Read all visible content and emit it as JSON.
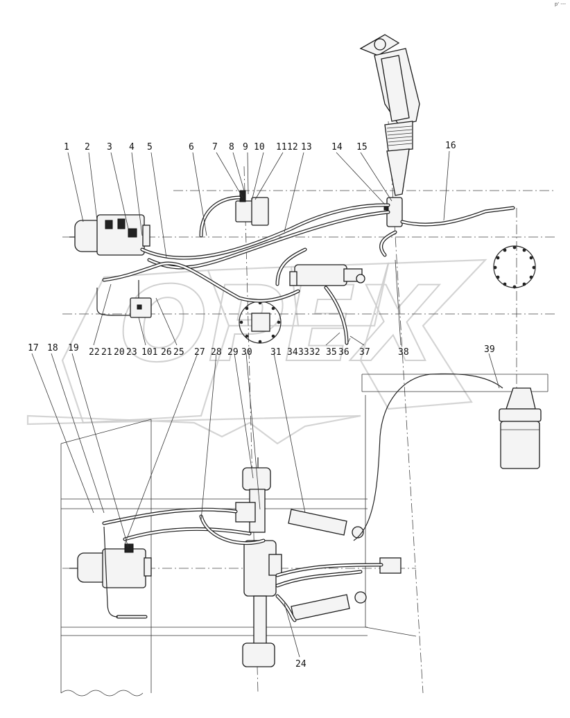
{
  "corner_mark": "p' ---",
  "watermark": "OPEX",
  "callouts_top": [
    "1",
    "2",
    "3",
    "4",
    "5",
    "6",
    "7",
    "8",
    "9",
    "10",
    "11",
    "12",
    "13",
    "14",
    "15",
    "16"
  ],
  "callouts_middle": [
    "17",
    "18",
    "19",
    "22",
    "21",
    "20",
    "23",
    "101",
    "26",
    "25",
    "27",
    "28",
    "29",
    "30",
    "31",
    "34",
    "33",
    "32",
    "35",
    "36",
    "37",
    "38",
    "39"
  ],
  "callout_bottom": "24"
}
